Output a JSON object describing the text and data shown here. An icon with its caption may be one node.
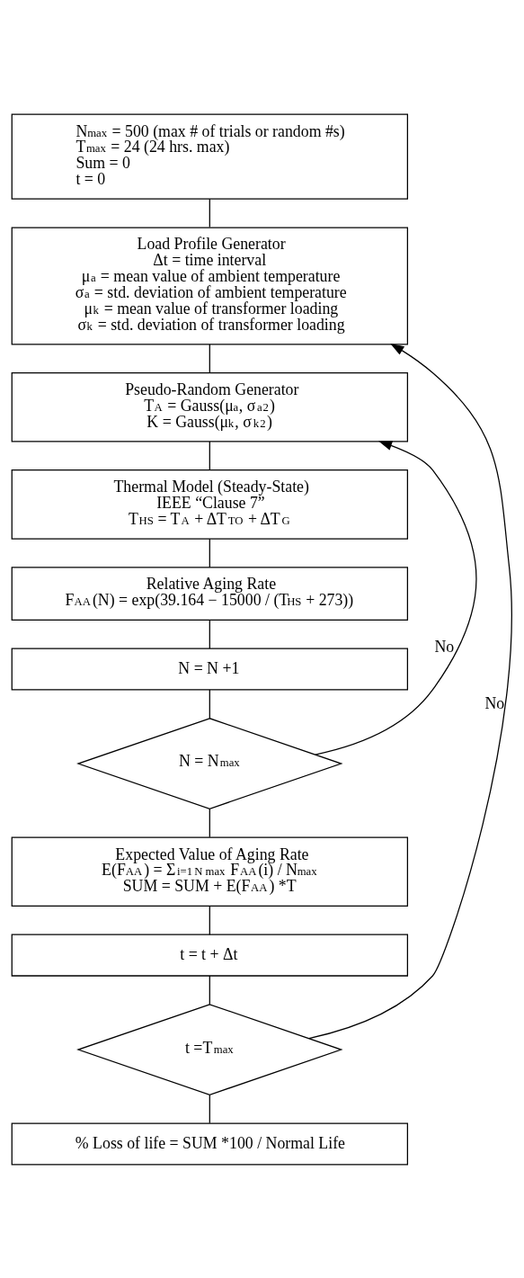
{
  "diagram": {
    "nodes": [
      {
        "text": [
          "N$_{max}$ = 500 (max # of trials or random #s)",
          "T$_{max}$ = 24 (24 hrs. max)",
          "Sum = 0",
          "t = 0"
        ]
      },
      {
        "text": [
          "Load Profile Generator",
          "Δt = time interval",
          "μ$_{a}$ = mean value of ambient temperature",
          "σ$_{a}$ = std. deviation of ambient temperature",
          "μ$_{k}$ = mean value of transformer loading",
          "σ$_{k}$ = std. deviation of transformer loading"
        ]
      },
      {
        "text": [
          "Pseudo-Random Generator",
          "T$_{A}$ = Gauss(μ$_{a}$, σ$_{a}$$^{2}$)",
          "K = Gauss(μ$_{k}$, σ$_{k}$$^{2}$)"
        ]
      },
      {
        "text": [
          "Thermal Model (Steady-State)",
          "IEEE “Clause 7”",
          "T$_{HS}$ = T$_{A}$ + ΔT$_{TO}$ + ΔT$_{G}$"
        ]
      },
      {
        "text": [
          "Relative Aging Rate",
          "F$_{AA}$(N) = exp(39.164 − 15000 / (T$_{HS}$ + 273))"
        ]
      },
      {
        "text": [
          "N = N +1"
        ]
      },
      {
        "text": [
          "N = N$_{max}$"
        ]
      },
      {
        "text": [
          "Expected Value of Aging Rate",
          "E(F$_{AA}$) = Σ$_{i=1}$$^{N max}$ F$_{AA}$(i) / N$_{max}$",
          "SUM = SUM + E(F$_{AA}$) *T"
        ]
      },
      {
        "text": [
          "t = t + Δt"
        ]
      },
      {
        "text": [
          "t =T$_{max}$"
        ]
      },
      {
        "text": [
          "% Loss of life = SUM *100 / Normal Life"
        ]
      }
    ],
    "edges": [
      {
        "from": 0,
        "to": 1,
        "arrow": "none"
      },
      {
        "from": 9,
        "to": 1,
        "arrow": "to",
        "label": "No"
      },
      {
        "from": 1,
        "to": 2,
        "arrow": "none"
      },
      {
        "from": 6,
        "to": 2,
        "arrow": "to",
        "label": "No"
      },
      {
        "from": 2,
        "to": 3,
        "arrow": "none"
      },
      {
        "from": 3,
        "to": 4,
        "arrow": "none"
      },
      {
        "from": 4,
        "to": 5,
        "arrow": "none"
      },
      {
        "from": 5,
        "to": 6,
        "arrow": "none"
      },
      {
        "from": 6,
        "to": 7,
        "arrow": "none"
      },
      {
        "from": 7,
        "to": 8,
        "arrow": "none"
      },
      {
        "from": 8,
        "to": 9,
        "arrow": "none"
      },
      {
        "from": 9,
        "to": 10,
        "arrow": "none"
      }
    ]
  }
}
